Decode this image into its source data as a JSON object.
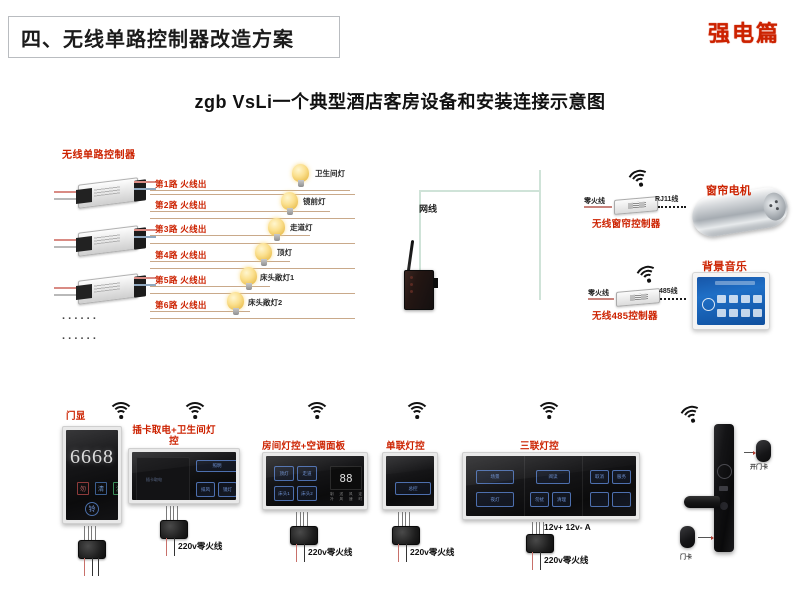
{
  "header": {
    "title": "四、无线单路控制器改造方案",
    "section_tag": "强电篇",
    "subtitle": "zgb VsLi一个典型酒店客房设备和安装连接示意图"
  },
  "left_block": {
    "heading": "无线单路控制器",
    "routes": [
      "第1路 火线出",
      "第2路 火线出",
      "第3路 火线出",
      "第4路 火线出",
      "第5路 火线出",
      "第6路 火线出"
    ],
    "lamps": [
      "卫生间灯",
      "镜前灯",
      "走道灯",
      "顶灯",
      "床头敞灯1",
      "床头敞灯2"
    ],
    "continuation": "······"
  },
  "center": {
    "net_label": "网线",
    "gateway_name": "gateway-device"
  },
  "right_block": {
    "curtain": {
      "power_wire": "零火线",
      "signal_wire": "RJ11线",
      "controller": "无线窗帘控制器",
      "motor": "窗帘电机"
    },
    "music": {
      "power_wire": "零火线",
      "signal_wire": "485线",
      "controller": "无线485控制器",
      "device": "背景音乐"
    }
  },
  "bottom_panels": [
    {
      "title": "门显",
      "room_number": "6668",
      "keys": [
        "勿",
        "清",
        "洗"
      ],
      "bell": "铃",
      "wire_label": ""
    },
    {
      "title": "插卡取电+卫生间灯控",
      "card_text": "插卡取电",
      "keys": [
        "照明",
        "排风",
        "镜灯"
      ],
      "wire_label": "220v零火线"
    },
    {
      "title": "房间灯控+空调面板",
      "keys": [
        "顶灯",
        "走道",
        "床头1",
        "床头2"
      ],
      "seg_value": "88",
      "seg_icons": [
        "制冷",
        "送风",
        "风速",
        "定时"
      ],
      "wire_label": "220v零火线"
    },
    {
      "title": "单联灯控",
      "keys": [
        "总控"
      ],
      "wire_label": "220v零火线"
    },
    {
      "title": "三联灯控",
      "keys": [
        "场景",
        "夜灯",
        "阅读",
        "勿扰",
        "清理",
        "取消",
        "服务"
      ],
      "bus_labels": "12v+  12v-  A",
      "wire_label": "220v零火线"
    }
  ],
  "door_lock": {
    "label_top": "开门卡",
    "label_bottom": "门卡",
    "plate_name": "smart-door-lock"
  },
  "colors": {
    "accent_red": "#cc2200",
    "panel_blue": "#4d6fae",
    "wire_red": "#c8706a",
    "net_green": "#cfe3d8",
    "background": "#ffffff"
  }
}
